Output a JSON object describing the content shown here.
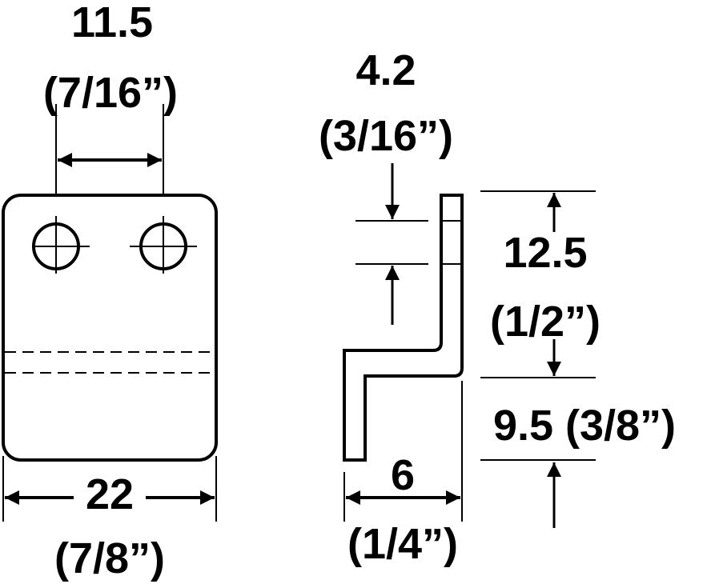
{
  "dimensions": {
    "hole_spacing": {
      "value": "11.5",
      "imperial": "(7/16”)"
    },
    "width": {
      "value": "22",
      "imperial": "(7/8”)"
    },
    "material_thickness": {
      "value": "4.2",
      "imperial": "(3/16”)"
    },
    "upper_height": {
      "value": "12.5",
      "imperial": "(1/2”)"
    },
    "lower_height": {
      "label": "9.5 (3/8”)"
    },
    "offset": {
      "value": "6",
      "imperial": "(1/4”)"
    }
  },
  "colors": {
    "line": "#000000",
    "background": "#ffffff"
  }
}
